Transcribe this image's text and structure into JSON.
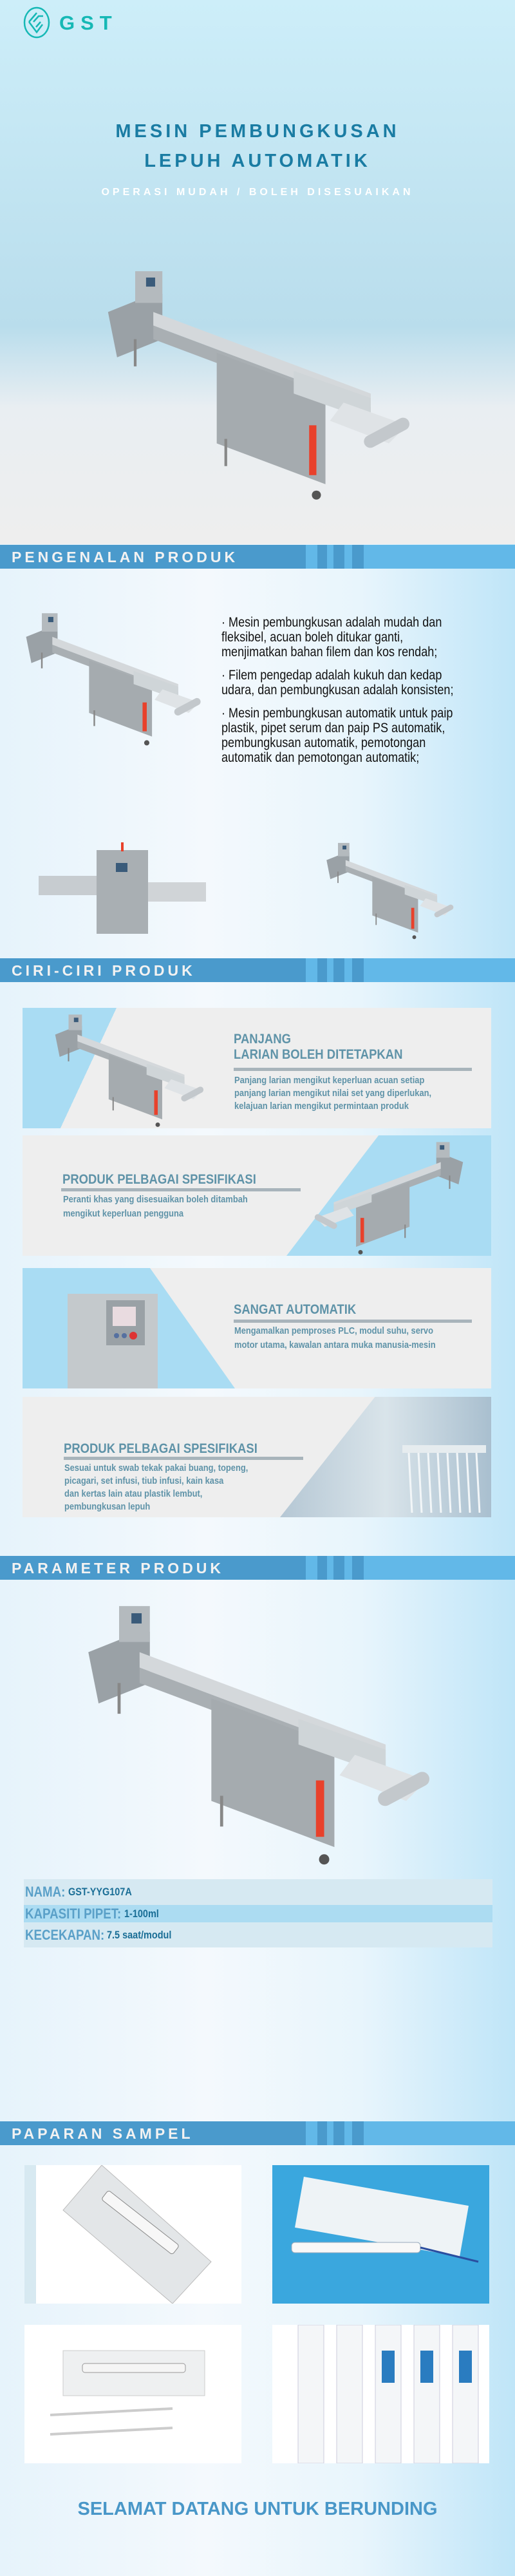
{
  "header": {
    "brand": "GST",
    "title_line1": "MESIN PEMBUNGKUSAN",
    "title_line2": "LEPUH AUTOMATIK",
    "subtitle": "OPERASI MUDAH / BOLEH DISESUAIKAN"
  },
  "sections": {
    "intro": "PENGENALAN PRODUK",
    "features": "CIRI-CIRI PRODUK",
    "parameters": "PARAMETER PRODUK",
    "samples": "PAPARAN SAMPEL"
  },
  "intro": {
    "points": [
      "· Mesin pembungkusan adalah mudah dan fleksibel, acuan boleh ditukar ganti, menjimatkan bahan filem dan kos rendah;",
      "· Filem pengedap adalah kukuh dan kedap udara, dan pembungkusan adalah konsisten;",
      "· Mesin pembungkusan automatik untuk paip plastik, pipet serum dan paip PS automatik, pembungkusan automatik, pemotongan automatik dan pemotongan automatik;"
    ]
  },
  "features": [
    {
      "title_line1": "PANJANG",
      "title_line2": "LARIAN BOLEH DITETAPKAN",
      "desc": [
        "Panjang larian mengikut keperluan acuan setiap",
        "panjang larian mengikut nilai set yang diperlukan,",
        "kelajuan larian mengikut permintaan produk"
      ]
    },
    {
      "title_line1": "PRODUK PELBAGAI SPESIFIKASI",
      "desc": [
        "Peranti khas yang disesuaikan boleh ditambah",
        "mengikut keperluan pengguna"
      ]
    },
    {
      "title_line1": "SANGAT AUTOMATIK",
      "desc": [
        "Mengamalkan pemproses PLC, modul suhu, servo",
        "motor utama, kawalan antara muka manusia-mesin"
      ]
    },
    {
      "title_line1": "PRODUK PELBAGAI SPESIFIKASI",
      "desc": [
        "Sesuai untuk swab tekak pakai buang, topeng,",
        "picagari, set infusi, tiub infusi, kain kasa",
        "dan kertas lain atau plastik lembut,",
        "pembungkusan lepuh"
      ]
    }
  ],
  "parameters": [
    {
      "label": "NAMA:",
      "value": "GST-YYG107A"
    },
    {
      "label": "KAPASITI PIPET:",
      "value": "1-100ml"
    },
    {
      "label": "KECEKAPAN:",
      "value": "7.5 saat/modul"
    }
  ],
  "footer": "SELAMAT DATANG UNTUK BERUNDING",
  "colors": {
    "brand": "#16b8b5",
    "title": "#1a7ca3",
    "section_bar": "#4a9acc",
    "feature_text": "#5f93a8"
  }
}
